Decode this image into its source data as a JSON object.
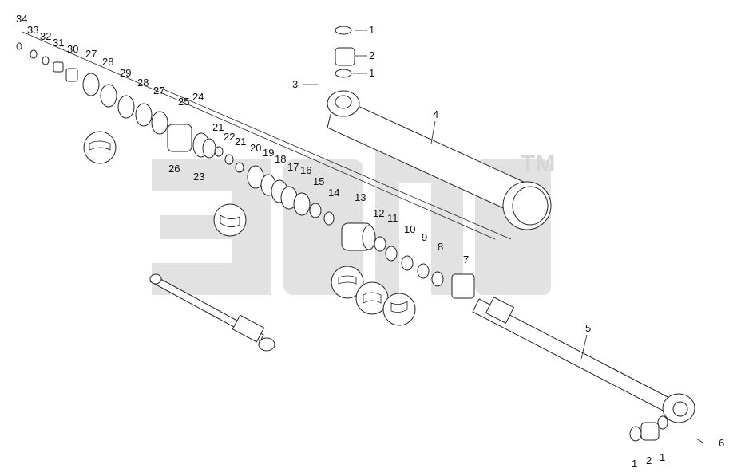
{
  "watermark": {
    "trademark": "TM"
  },
  "corner_mark": "",
  "callouts": [
    {
      "id": "c34",
      "text": "34"
    },
    {
      "id": "c33",
      "text": "33"
    },
    {
      "id": "c32",
      "text": "32"
    },
    {
      "id": "c31",
      "text": "31"
    },
    {
      "id": "c30",
      "text": "30"
    },
    {
      "id": "c27a",
      "text": "27"
    },
    {
      "id": "c28a",
      "text": "28"
    },
    {
      "id": "c29",
      "text": "29"
    },
    {
      "id": "c28b",
      "text": "28"
    },
    {
      "id": "c27b",
      "text": "27"
    },
    {
      "id": "c25",
      "text": "25"
    },
    {
      "id": "c24",
      "text": "24"
    },
    {
      "id": "c21a",
      "text": "21"
    },
    {
      "id": "c22",
      "text": "22"
    },
    {
      "id": "c21b",
      "text": "21"
    },
    {
      "id": "c20",
      "text": "20"
    },
    {
      "id": "c19",
      "text": "19"
    },
    {
      "id": "c18",
      "text": "18"
    },
    {
      "id": "c17",
      "text": "17"
    },
    {
      "id": "c16",
      "text": "16"
    },
    {
      "id": "c15",
      "text": "15"
    },
    {
      "id": "c14",
      "text": "14"
    },
    {
      "id": "c13",
      "text": "13"
    },
    {
      "id": "c12",
      "text": "12"
    },
    {
      "id": "c11",
      "text": "11"
    },
    {
      "id": "c10",
      "text": "10"
    },
    {
      "id": "c9",
      "text": "9"
    },
    {
      "id": "c8",
      "text": "8"
    },
    {
      "id": "c7",
      "text": "7"
    },
    {
      "id": "c26",
      "text": "26"
    },
    {
      "id": "c23",
      "text": "23"
    },
    {
      "id": "c1a",
      "text": "1"
    },
    {
      "id": "c2a",
      "text": "2"
    },
    {
      "id": "c1b",
      "text": "1"
    },
    {
      "id": "c3",
      "text": "3"
    },
    {
      "id": "c4",
      "text": "4"
    },
    {
      "id": "c5",
      "text": "5"
    },
    {
      "id": "c6",
      "text": "6"
    },
    {
      "id": "c1c",
      "text": "1"
    },
    {
      "id": "c2b",
      "text": "2"
    },
    {
      "id": "c1d",
      "text": "1"
    }
  ]
}
